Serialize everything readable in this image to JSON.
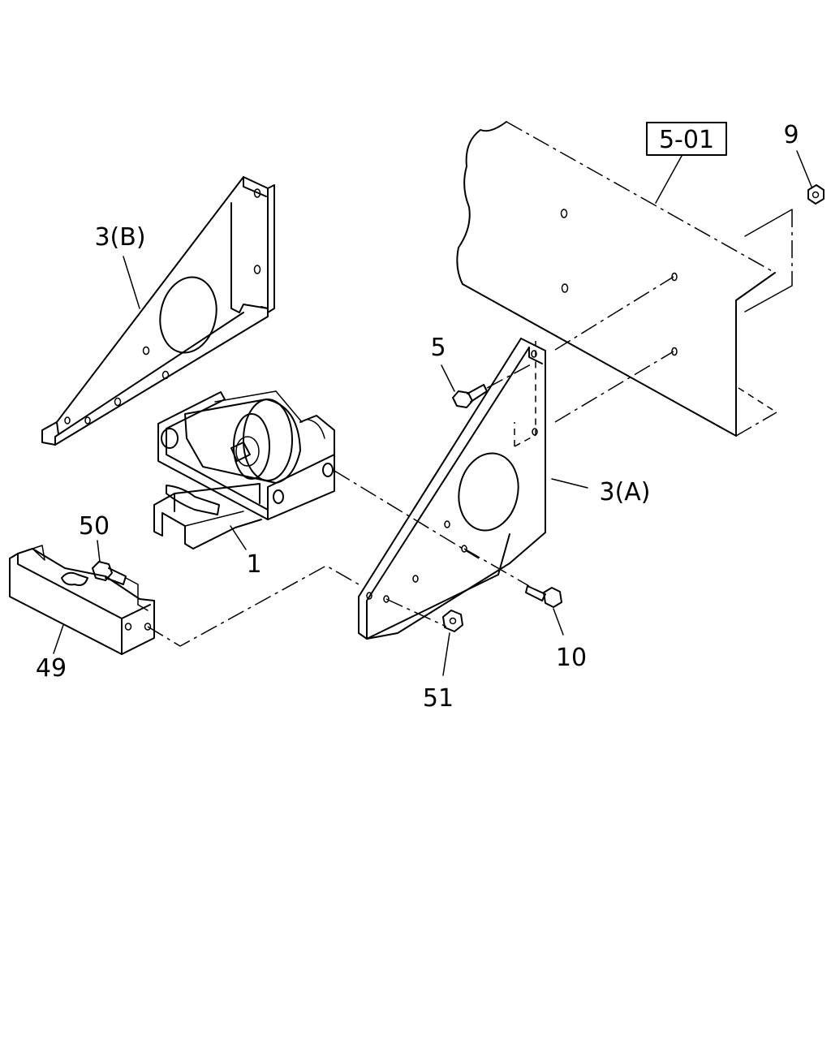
{
  "labels": {
    "ref_box": "5-01",
    "p9": "9",
    "p3b": "3(B)",
    "p5": "5",
    "p3a": "3(A)",
    "p1": "1",
    "p50": "50",
    "p49": "49",
    "p51": "51",
    "p10": "10"
  }
}
